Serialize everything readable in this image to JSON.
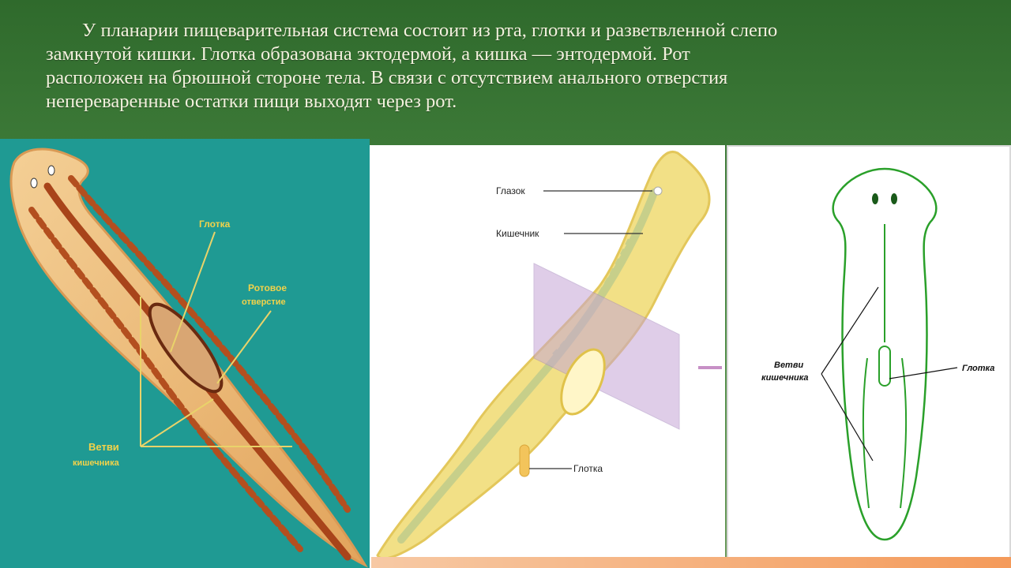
{
  "caption": {
    "lines": [
      "У планарии пищеварительная система состоит из рта, глотки и разветвленной слепо",
      "замкнутой кишки. Глотка образована эктодермой, а кишка — энтодермой. Рот",
      "расположен на брюшной стороне тела. В связи с отсутствием анального отверстия",
      "непереваренные остатки пищи выходят через рот."
    ]
  },
  "figure1": {
    "labels": {
      "pharynx": "Глотка",
      "mouth_line1": "Ротовое",
      "mouth_line2": "отверстие",
      "branches_line1": "Ветви",
      "branches_line2": "кишечника"
    }
  },
  "figure2": {
    "labels": {
      "eye": "Глазок",
      "intestine": "Кишечник",
      "pharynx": "Глотка"
    }
  },
  "figure3": {
    "labels": {
      "branches_line1": "Ветви",
      "branches_line2": "кишечника",
      "pharynx": "Глотка"
    }
  },
  "colors": {
    "slide_green": "#3d7a37",
    "panel1_bg": "#1f9a93",
    "label_yellow": "#f2d24a",
    "worm_orange": "#e9b06a",
    "gut_brown": "#a8441a",
    "green_outline": "#2aa02a"
  }
}
